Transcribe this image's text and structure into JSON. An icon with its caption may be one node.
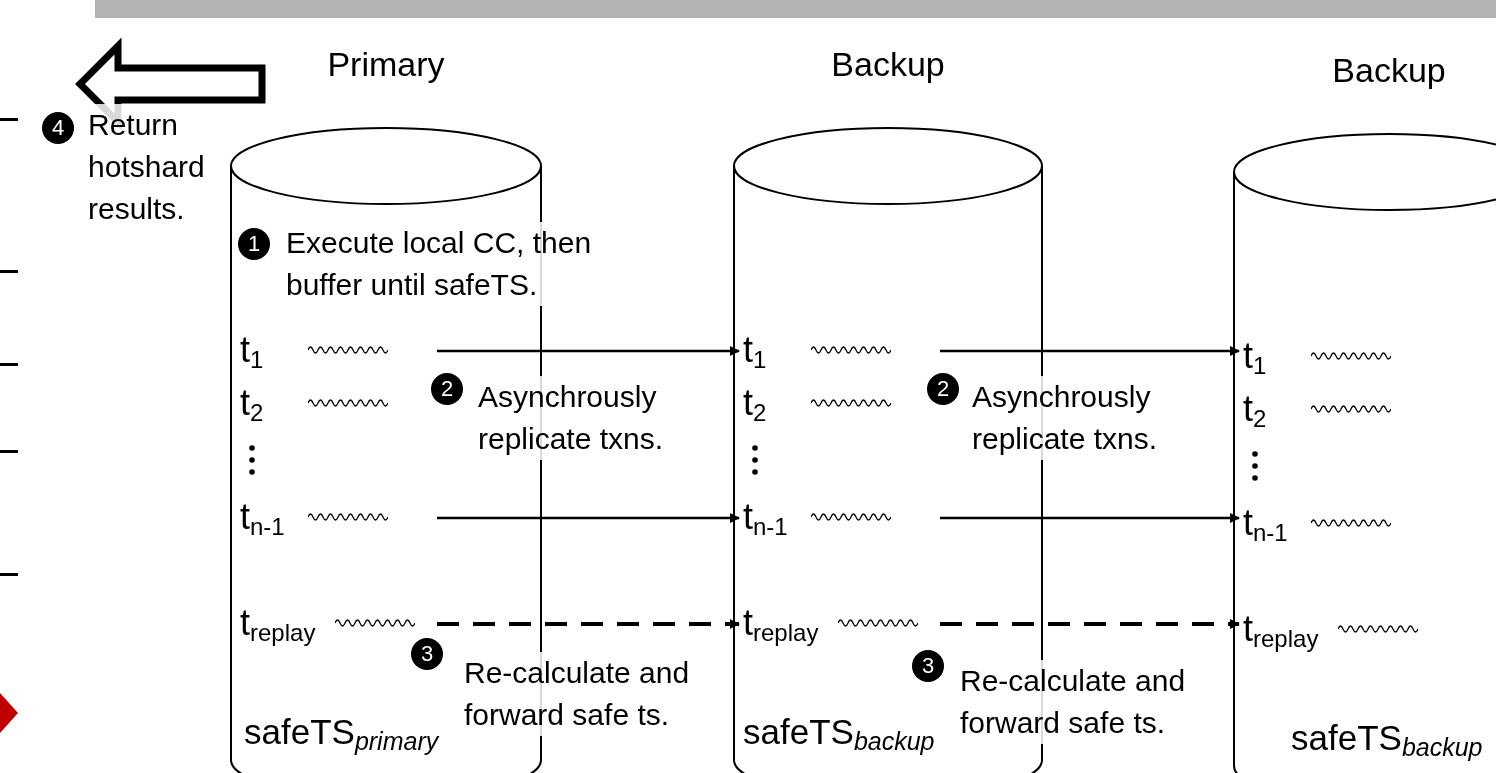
{
  "diagram": {
    "nodes": [
      {
        "text": [
          "Primary",
          "safeTS$_{primary}$"
        ]
      },
      {
        "text": [
          "t$_{1}$"
        ],
        "in": 0
      },
      {
        "text": [
          "t$_{2}$"
        ],
        "in": 0
      },
      {
        "text": [
          "t$_{n-1}$"
        ],
        "in": 0
      },
      {
        "text": [
          "t$_{replay}$"
        ],
        "in": 0
      },
      {
        "text": [
          "Backup",
          "safeTS$_{backup}$"
        ]
      },
      {
        "text": [
          "t$_{1}$"
        ],
        "in": 5
      },
      {
        "text": [
          "t$_{2}$"
        ],
        "in": 5
      },
      {
        "text": [
          "t$_{n-1}$"
        ],
        "in": 5
      },
      {
        "text": [
          "t$_{replay}$"
        ],
        "in": 5
      },
      {
        "text": [
          "Backup",
          "safeTS$_{backup}$"
        ]
      },
      {
        "text": [
          "t$_{1}$"
        ],
        "in": 10
      },
      {
        "text": [
          "t$_{2}$"
        ],
        "in": 10
      },
      {
        "text": [
          "t$_{n-1}$"
        ],
        "in": 10
      },
      {
        "text": [
          "t$_{replay}$"
        ],
        "in": 10
      },
      {
        "text": [],
        "shape": "bar"
      }
    ],
    "edges": [
      {
        "from": 0,
        "to": null,
        "arrow": "to",
        "style": "thick"
      },
      {
        "from": 1,
        "to": 6,
        "arrow": "to"
      },
      {
        "from": 3,
        "to": 8,
        "arrow": "to"
      },
      {
        "from": 4,
        "to": 9,
        "arrow": "to",
        "style": "dashed"
      },
      {
        "from": 6,
        "to": 11,
        "arrow": "to"
      },
      {
        "from": 8,
        "to": 13,
        "arrow": "to"
      },
      {
        "from": 9,
        "to": 14,
        "arrow": "to",
        "style": "dashed"
      }
    ],
    "labels": [
      "4",
      "Return hotshard results.",
      "1",
      "Execute local CC, then buffer until safeTS.",
      "2",
      "Asynchrously replicate txns.",
      "3",
      "Re-calculate and forward safe ts.",
      "2",
      "Asynchrously replicate txns.",
      "3",
      "Re-calculate and forward safe ts."
    ]
  }
}
